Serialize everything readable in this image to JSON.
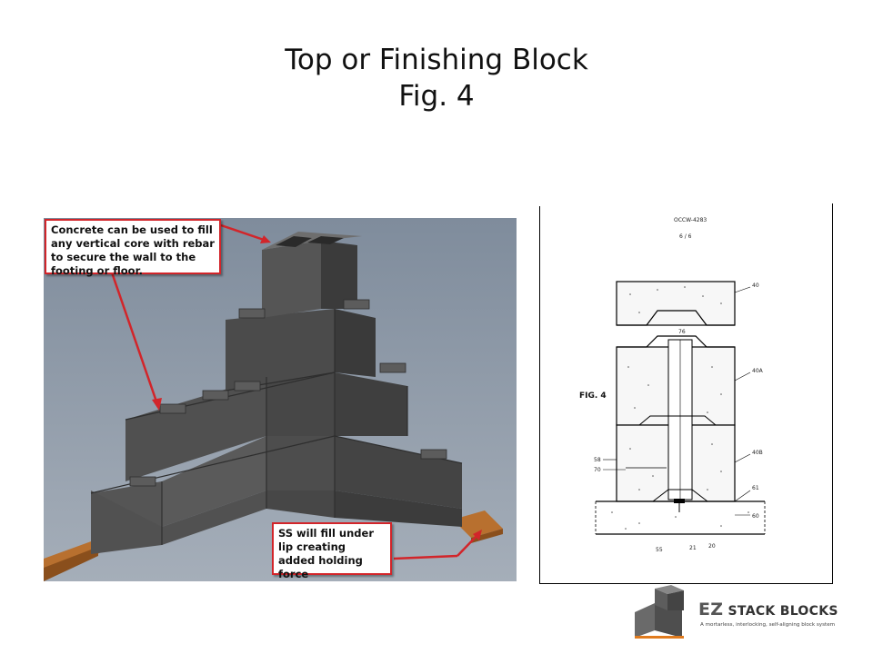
{
  "slide": {
    "title_line1": "Top or Finishing  Block",
    "title_line2": "Fig. 4"
  },
  "callouts": {
    "core_fill": "Concrete can be used to fill any vertical core with rebar to secure the wall to the footing or floor.",
    "lip_fill": "SS will fill under lip creating added holding force"
  },
  "patent_figure": {
    "doc_id": "OCCW-4283",
    "sheet": "6 / 6",
    "figure_label": "FIG. 4",
    "refs": {
      "r40": "40",
      "r76": "76",
      "r40a": "40A",
      "r40b": "40B",
      "r58": "58",
      "r70": "70",
      "r61": "61",
      "r60": "60",
      "r55": "55",
      "r21": "21",
      "r20": "20"
    }
  },
  "logo": {
    "brand_ez": "EZ",
    "brand_rest": "STACK BLOCKS",
    "tagline": "A mortarless, interlocking, self-aligning block system"
  },
  "colors": {
    "callout_border": "#d2252a",
    "arrow": "#d2252a",
    "block": "#4a4a4a",
    "footing": "#b8702f",
    "render_bg": "#8d99a8"
  }
}
